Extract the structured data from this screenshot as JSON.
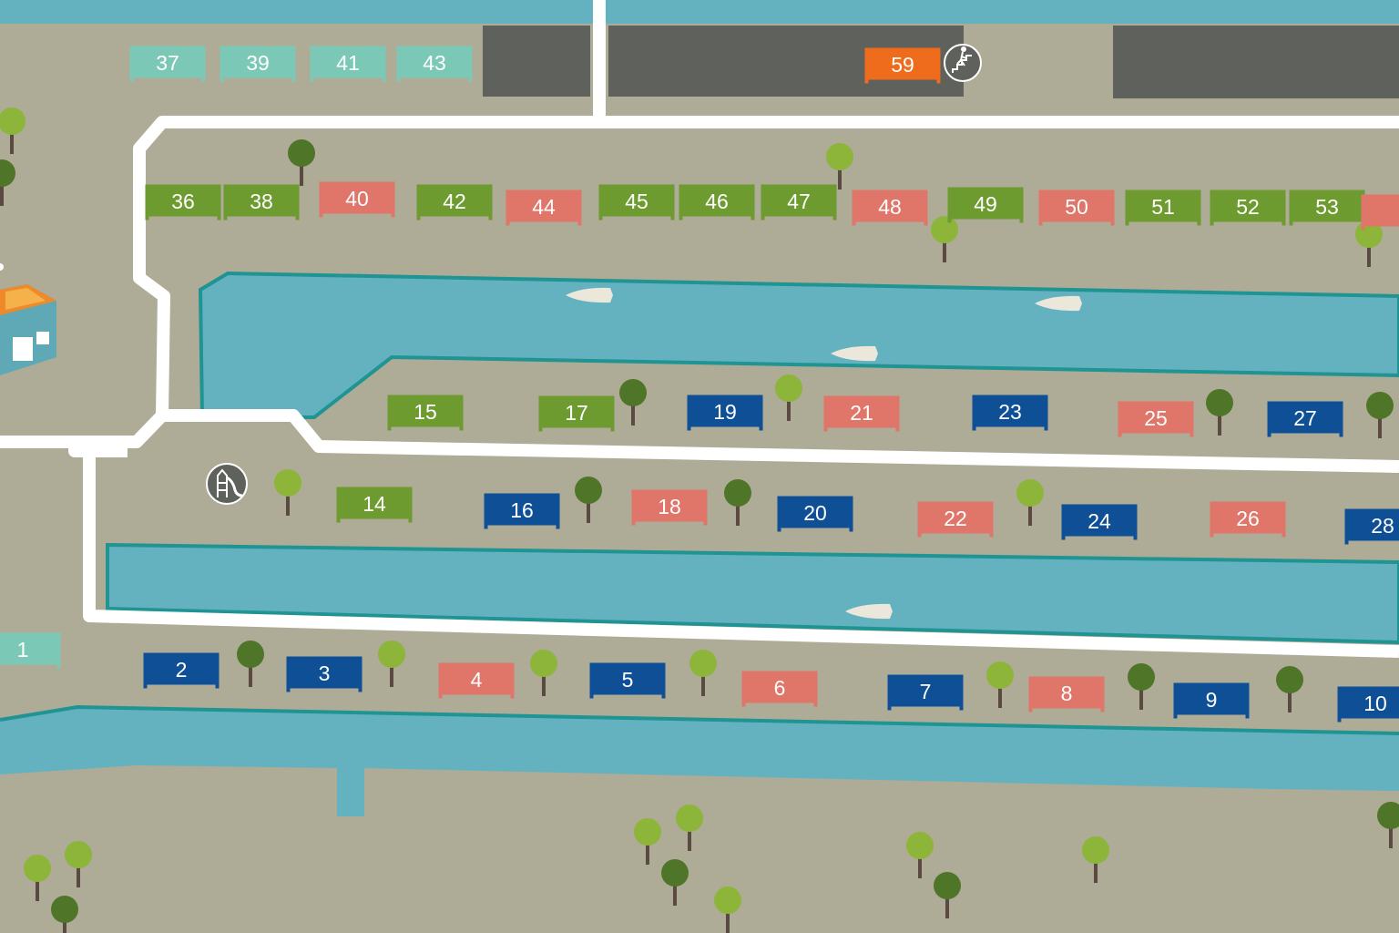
{
  "colors": {
    "ground": "#aeab96",
    "water": "#64b2c0",
    "water_edge": "#1f9493",
    "path": "#ffffff",
    "building": "#5f615c",
    "lot_green": "#6d9b30",
    "lot_salmon": "#e0756a",
    "lot_blue": "#0f4f96",
    "lot_mint": "#7cc8b6",
    "lot_orange": "#ee6c1b",
    "tree_light": "#8db53a",
    "tree_dark": "#4f7529",
    "trunk": "#5b4a42",
    "boat": "#ebe7db",
    "poi_icon": "#5f615c"
  },
  "lots": [
    {
      "number": "37",
      "status": "mint"
    },
    {
      "number": "39",
      "status": "mint"
    },
    {
      "number": "41",
      "status": "mint"
    },
    {
      "number": "43",
      "status": "mint"
    },
    {
      "number": "59",
      "status": "orange"
    },
    {
      "number": "36",
      "status": "green"
    },
    {
      "number": "38",
      "status": "green"
    },
    {
      "number": "40",
      "status": "salmon"
    },
    {
      "number": "42",
      "status": "green"
    },
    {
      "number": "44",
      "status": "salmon"
    },
    {
      "number": "45",
      "status": "green"
    },
    {
      "number": "46",
      "status": "green"
    },
    {
      "number": "47",
      "status": "green"
    },
    {
      "number": "48",
      "status": "salmon"
    },
    {
      "number": "49",
      "status": "green"
    },
    {
      "number": "50",
      "status": "salmon"
    },
    {
      "number": "51",
      "status": "green"
    },
    {
      "number": "52",
      "status": "green"
    },
    {
      "number": "53",
      "status": "green"
    },
    {
      "number": "",
      "status": "salmon"
    },
    {
      "number": "15",
      "status": "green"
    },
    {
      "number": "17",
      "status": "green"
    },
    {
      "number": "19",
      "status": "blue"
    },
    {
      "number": "21",
      "status": "salmon"
    },
    {
      "number": "23",
      "status": "blue"
    },
    {
      "number": "25",
      "status": "salmon"
    },
    {
      "number": "27",
      "status": "blue"
    },
    {
      "number": "14",
      "status": "green"
    },
    {
      "number": "16",
      "status": "blue"
    },
    {
      "number": "18",
      "status": "salmon"
    },
    {
      "number": "20",
      "status": "blue"
    },
    {
      "number": "22",
      "status": "salmon"
    },
    {
      "number": "24",
      "status": "blue"
    },
    {
      "number": "26",
      "status": "salmon"
    },
    {
      "number": "28",
      "status": "blue"
    },
    {
      "number": "1",
      "status": "mint"
    },
    {
      "number": "2",
      "status": "blue"
    },
    {
      "number": "3",
      "status": "blue"
    },
    {
      "number": "4",
      "status": "salmon"
    },
    {
      "number": "5",
      "status": "blue"
    },
    {
      "number": "6",
      "status": "salmon"
    },
    {
      "number": "7",
      "status": "blue"
    },
    {
      "number": "8",
      "status": "salmon"
    },
    {
      "number": "9",
      "status": "blue"
    },
    {
      "number": "10",
      "status": "blue"
    }
  ],
  "pois": [
    {
      "icon": "stairs-walker-icon"
    },
    {
      "icon": "playground-slide-icon"
    }
  ]
}
